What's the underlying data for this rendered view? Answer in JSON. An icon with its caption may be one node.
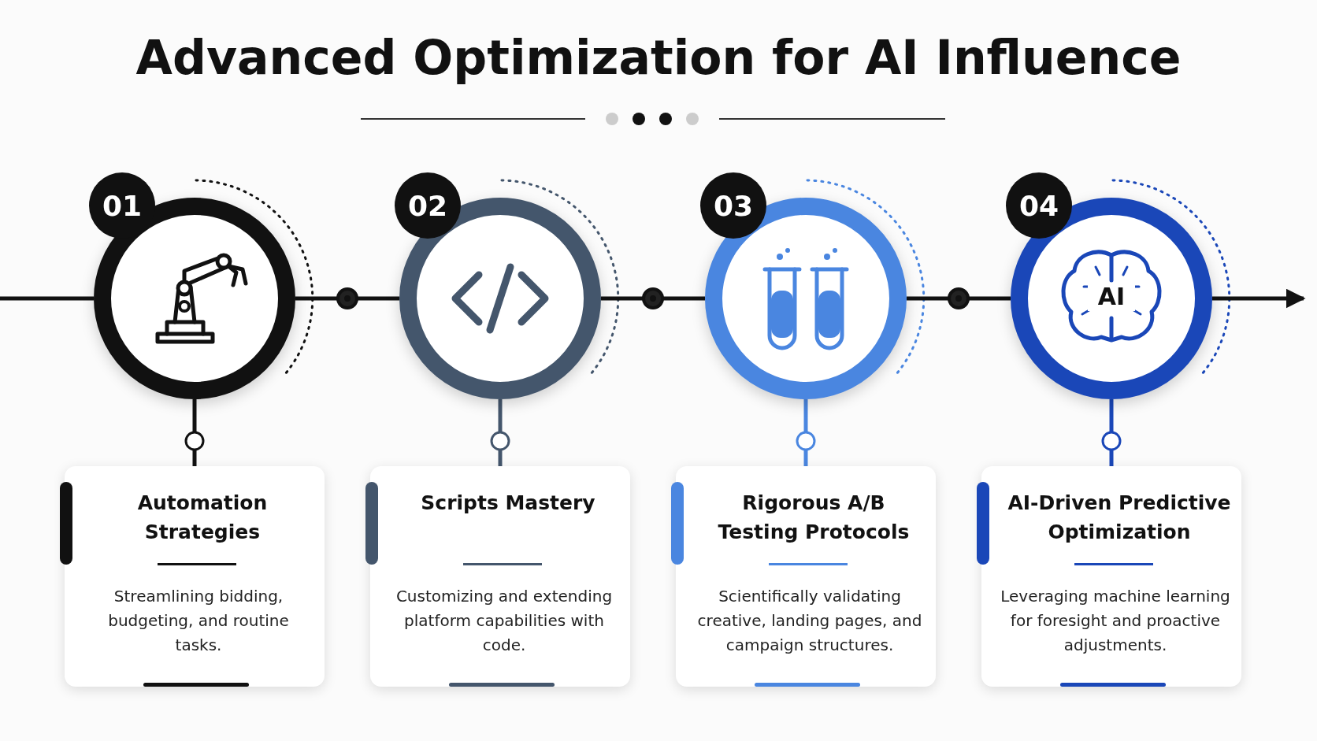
{
  "diagram": {
    "title": "Advanced Optimization for AI Influence",
    "nodes": [
      {
        "text": [
          "01"
        ]
      },
      {
        "text": [
          "02"
        ]
      },
      {
        "text": [
          "03"
        ]
      },
      {
        "text": [
          "04",
          "AI"
        ]
      },
      {
        "text": [
          "Automation Strategies",
          "Streamlining bidding, budgeting, and routine tasks."
        ]
      },
      {
        "text": [
          "Scripts Mastery",
          "Customizing and extending platform capabilities with code."
        ]
      },
      {
        "text": [
          "Rigorous A/B Testing Protocols",
          "Scientifically validating creative, landing pages, and campaign structures."
        ]
      },
      {
        "text": [
          "AI-Driven Predictive Optimization",
          "Leveraging machine learning for foresight and proactive adjustments."
        ]
      }
    ],
    "edges": [
      {
        "from": null,
        "to": 0,
        "arrow": "none"
      },
      {
        "from": 0,
        "to": 1,
        "arrow": "none"
      },
      {
        "from": 1,
        "to": 2,
        "arrow": "none"
      },
      {
        "from": 2,
        "to": 3,
        "arrow": "none"
      },
      {
        "from": 3,
        "to": null,
        "arrow": "to"
      },
      {
        "from": 0,
        "to": 4,
        "arrow": "none"
      },
      {
        "from": 1,
        "to": 5,
        "arrow": "none",
        "color": "#44566c"
      },
      {
        "from": 2,
        "to": 6,
        "arrow": "none",
        "color": "#4a86e0"
      },
      {
        "from": 3,
        "to": 7,
        "arrow": "none",
        "color": "#1a47b8"
      }
    ]
  }
}
